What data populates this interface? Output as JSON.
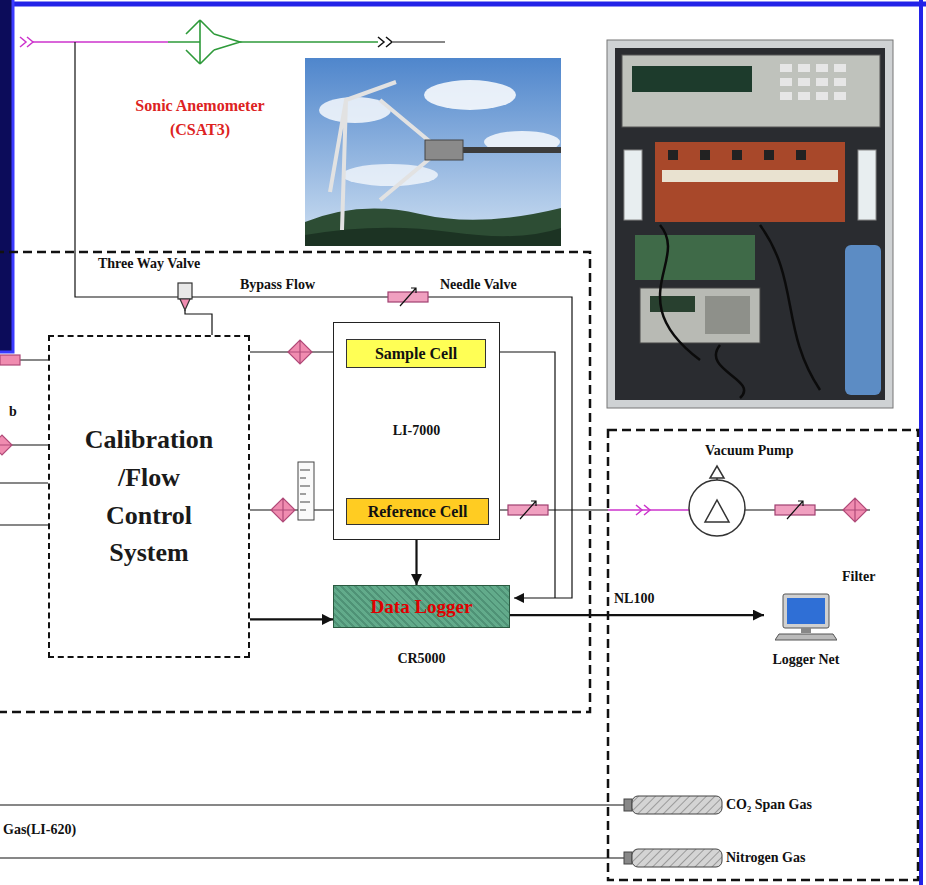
{
  "diagram": {
    "nodes": [
      {
        "text": [
          "Calibration /Flow Control System"
        ]
      },
      {
        "text": [
          "LI-7000"
        ]
      },
      {
        "text": [
          "Sample Cell"
        ],
        "in": 1
      },
      {
        "text": [
          "Reference Cell"
        ],
        "in": 1
      },
      {
        "text": [
          "Data Logger",
          "CR5000"
        ]
      },
      {
        "text": [
          "Logger Net"
        ]
      }
    ],
    "edges": [
      {
        "from": 0,
        "to": 4,
        "arrow": "to"
      },
      {
        "from": 1,
        "to": 4,
        "arrow": "to"
      },
      {
        "from": 4,
        "to": 5,
        "label": "NL100",
        "arrow": "to"
      }
    ],
    "labels": [
      "Sonic Anemometer (CSAT3)",
      "Three Way Valve",
      "Bypass Flow",
      "Needle Valve",
      "b",
      "Vacuum Pump",
      "Filter",
      "Gas(LI-620)",
      "CO₂ Span Gas",
      "Nitrogen Gas"
    ]
  }
}
